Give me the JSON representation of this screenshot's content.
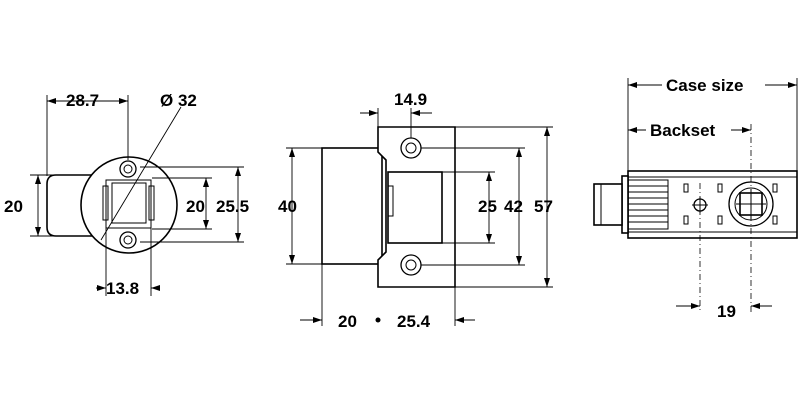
{
  "views": {
    "side": {
      "dim_width": "28.7",
      "dim_diameter": "Ø 32",
      "dim_left_height": "20",
      "dim_right_inner": "20",
      "dim_right_outer": "25.5",
      "dim_bottom": "13.8"
    },
    "front": {
      "dim_top": "14.9",
      "dim_left": "40",
      "dim_slot": "25",
      "dim_holes": "42",
      "dim_plate": "57",
      "dim_bottom_left": "20",
      "dim_bottom_right": "25.4"
    },
    "plan": {
      "case_size_label": "Case size",
      "backset_label": "Backset",
      "dim_bottom": "19"
    }
  }
}
